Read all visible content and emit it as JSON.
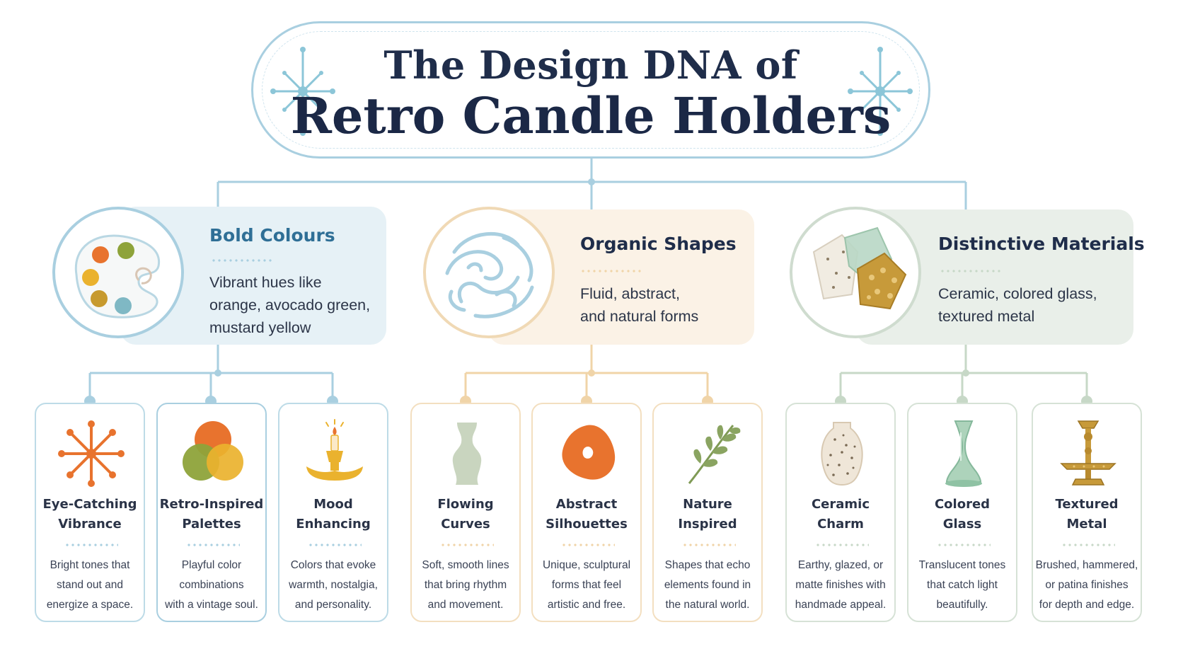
{
  "title": {
    "line1": "The Design DNA of",
    "line2": "Retro Candle Holders"
  },
  "categories": [
    {
      "title": "Bold Colours",
      "description": "Vibrant hues like\norange, avocado green,\nmustard yellow",
      "icon": "palette-icon",
      "accent": "#2f6f96",
      "bg": "#e6f1f6",
      "border": "#a9cfe0",
      "children": [
        {
          "title": "Eye-Catching\nVibrance",
          "description": "Bright tones that\nstand out and\nenergize a space.",
          "icon": "starburst-icon"
        },
        {
          "title": "Retro-Inspired\nPalettes",
          "description": "Playful color\ncombinations\nwith a vintage soul.",
          "icon": "color-circles-icon"
        },
        {
          "title": "Mood\nEnhancing",
          "description": "Colors that evoke\nwarmth, nostalgia,\nand personality.",
          "icon": "candle-holder-icon"
        }
      ]
    },
    {
      "title": "Organic Shapes",
      "description": "Fluid, abstract,\nand natural forms",
      "icon": "swirl-pattern-icon",
      "accent": "#1f2d4a",
      "bg": "#fbf2e6",
      "border": "#f0d9b5",
      "children": [
        {
          "title": "Flowing\nCurves",
          "description": "Soft, smooth lines\nthat bring rhythm\nand movement.",
          "icon": "curvy-vase-icon"
        },
        {
          "title": "Abstract\nSilhouettes",
          "description": "Unique, sculptural\nforms that feel\nartistic and free.",
          "icon": "abstract-blob-icon"
        },
        {
          "title": "Nature\nInspired",
          "description": "Shapes that echo\nelements found in\nthe natural world.",
          "icon": "leaf-branch-icon"
        }
      ]
    },
    {
      "title": "Distinctive Materials",
      "description": "Ceramic, colored glass,\ntextured metal",
      "icon": "material-samples-icon",
      "accent": "#1f2d4a",
      "bg": "#e9efe9",
      "border": "#cfdccf",
      "children": [
        {
          "title": "Ceramic\nCharm",
          "description": "Earthy, glazed, or\nmatte finishes with\nhandmade appeal.",
          "icon": "ceramic-vase-icon"
        },
        {
          "title": "Colored\nGlass",
          "description": "Translucent tones\nthat catch light\nbeautifully.",
          "icon": "glass-candlestick-icon"
        },
        {
          "title": "Textured\nMetal",
          "description": "Brushed, hammered,\nor patina finishes\nfor depth and edge.",
          "icon": "metal-candlestick-icon"
        }
      ]
    }
  ],
  "colors": {
    "blue_line": "#a9cfe0",
    "orange_line": "#f0d4a8",
    "green_line": "#c7d8c7",
    "orange": "#e8732e",
    "mustard": "#eab22e",
    "avocado": "#8ea33a",
    "teal": "#7fb8c4"
  }
}
